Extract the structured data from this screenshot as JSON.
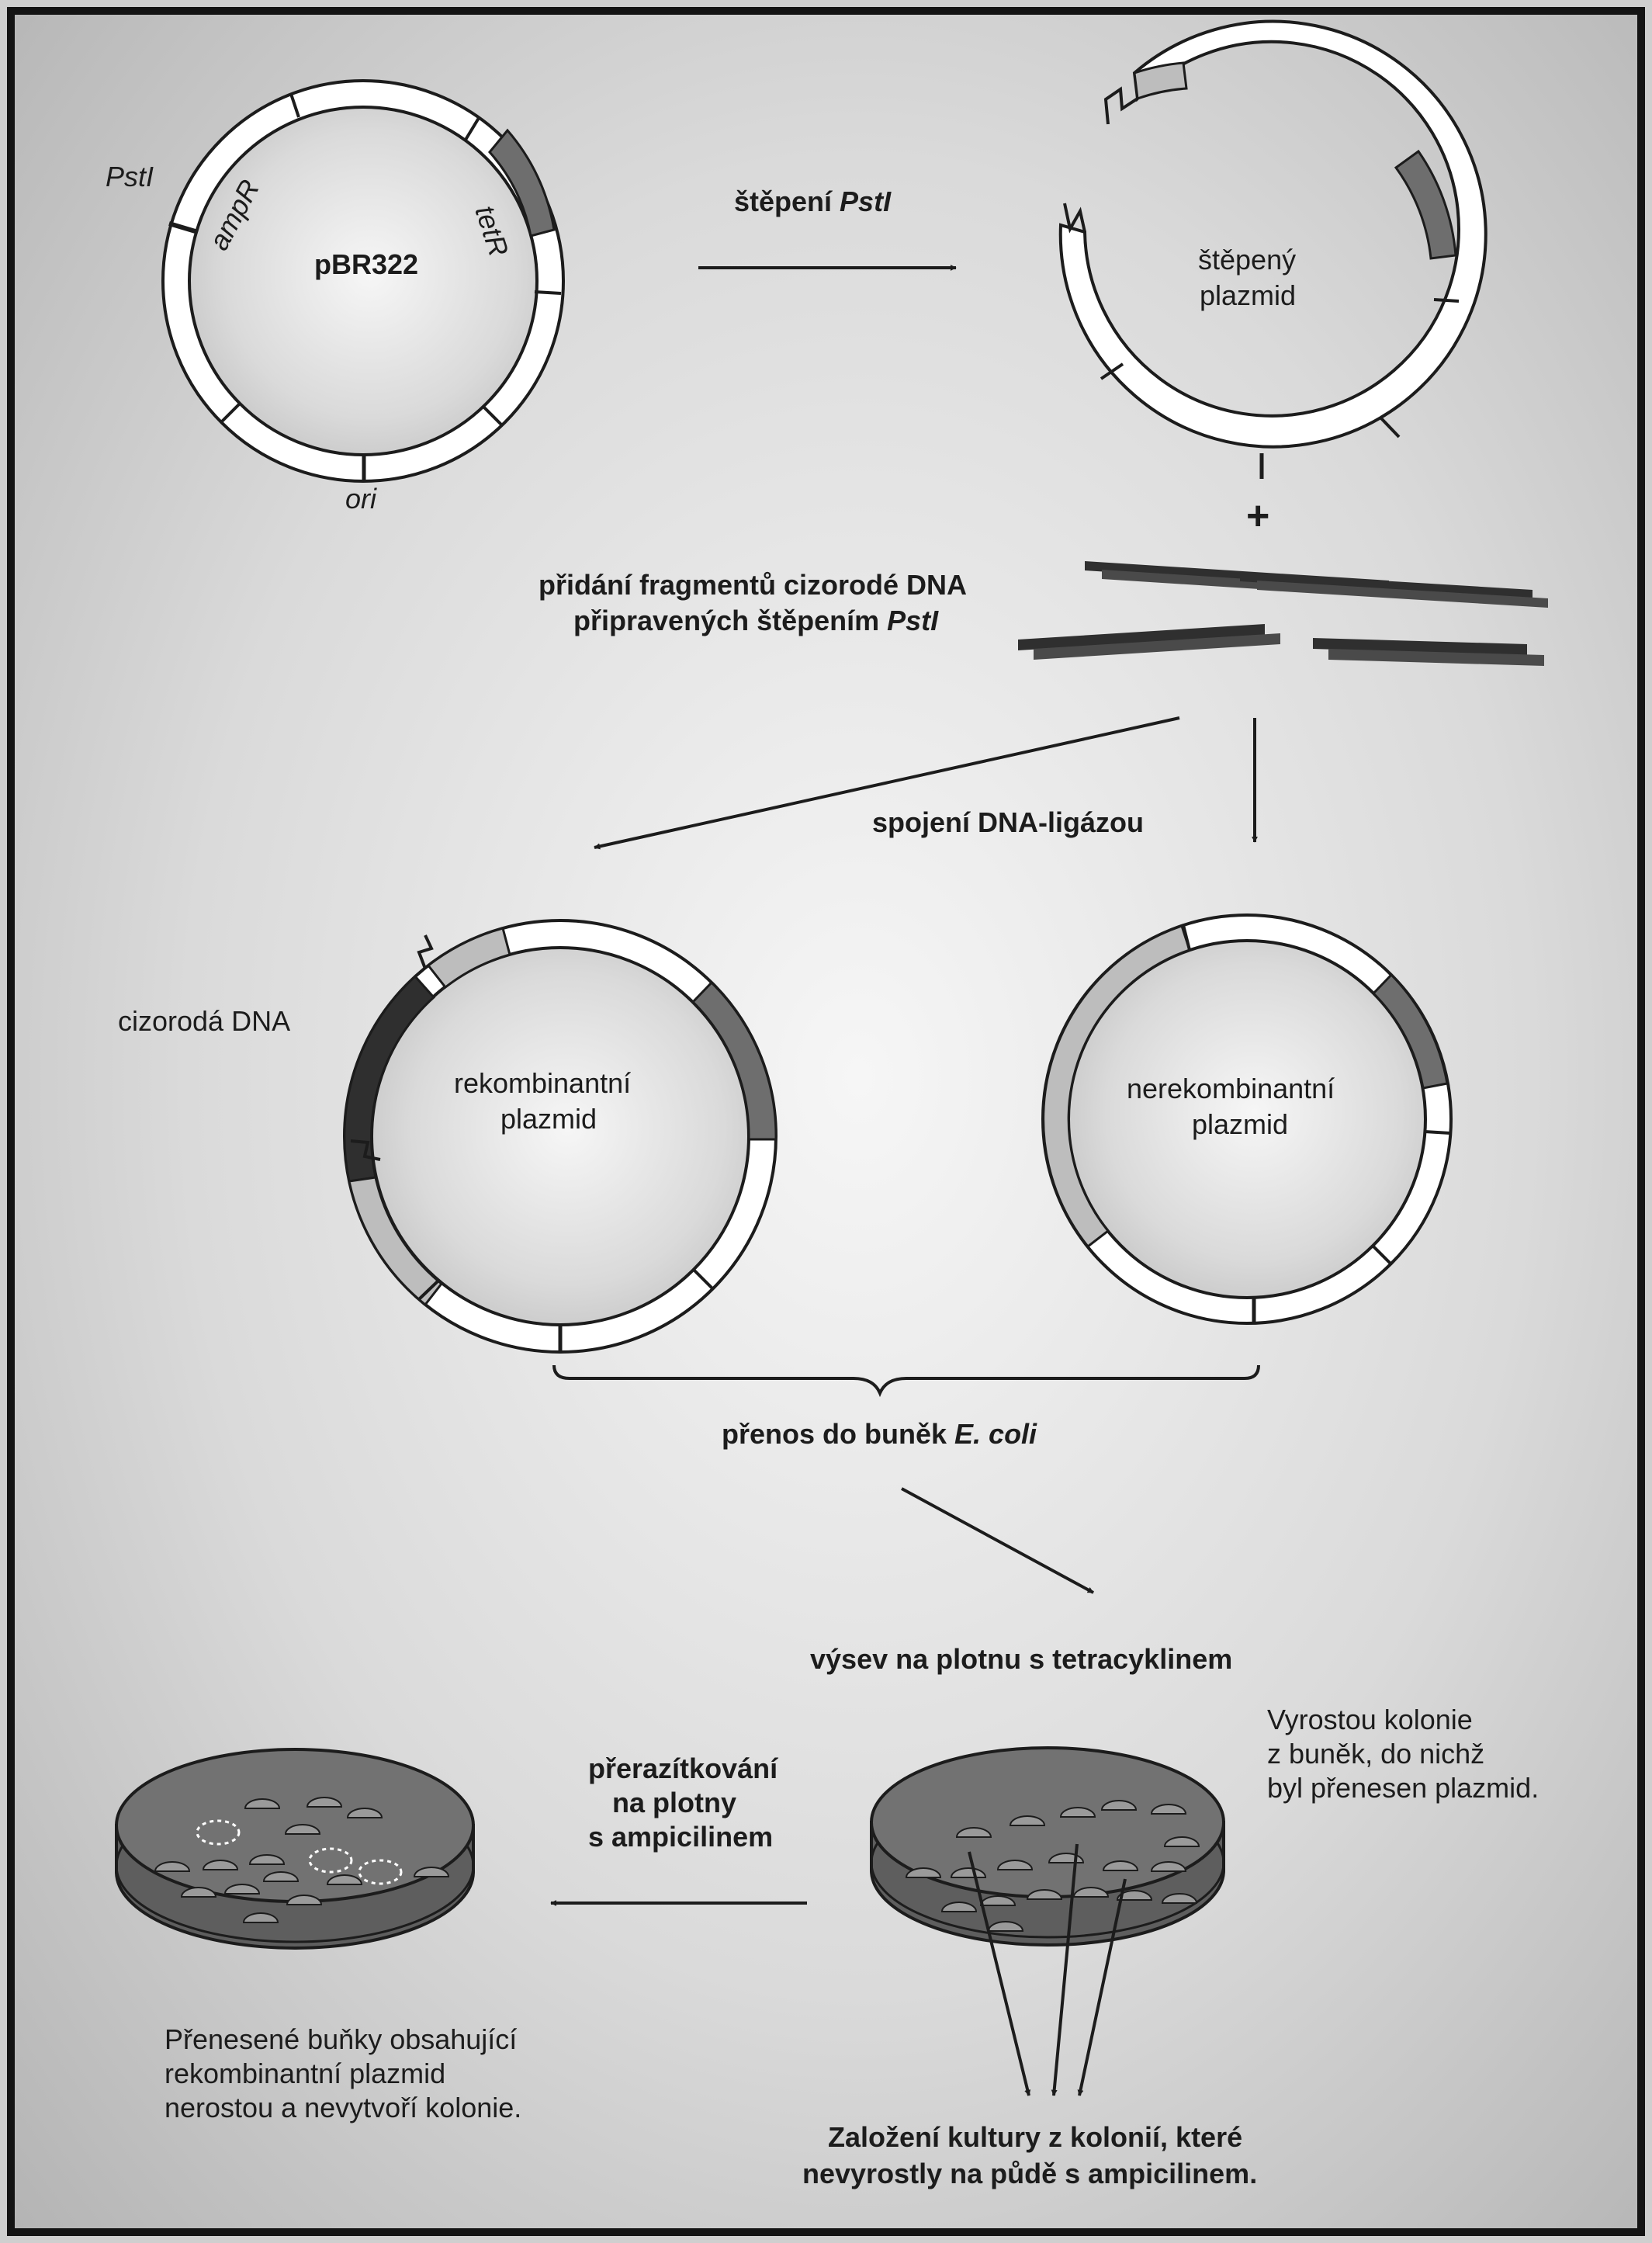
{
  "colors": {
    "background_center": "#f4f4f4",
    "background_edge": "#b4b4b4",
    "frame": "#141414",
    "plasmid_segment_white": "#ffffff",
    "segment_light_gray": "#bdbdbd",
    "segment_dark_gray": "#6e6e6e",
    "foreign_dna": "#2f2f2f",
    "agar_plate": "#727272"
  },
  "plasmid_original": {
    "name": "pBR322",
    "sites": {
      "pstI": "PstI",
      "ampR": "ampR",
      "tetR": "tetR",
      "ori": "ori"
    }
  },
  "steps": {
    "digestion": {
      "prefix": "štěpení ",
      "enzyme": "PstI"
    },
    "cut_plasmid": {
      "line1": "štěpený",
      "line2": "plazmid"
    },
    "plus": "+",
    "add_fragments": {
      "line1": "přidání fragmentů cizorodé DNA",
      "line2_prefix": "připravených štěpením ",
      "line2_enzyme": "PstI"
    },
    "ligation": "spojení DNA-ligázou",
    "foreign_dna_label": "cizorodá DNA",
    "recombinant": {
      "line1": "rekombinantní",
      "line2": "plazmid"
    },
    "nonrecombinant": {
      "line1": "nerekombinantní",
      "line2": "plazmid"
    },
    "transfer": {
      "prefix": "přenos do buněk ",
      "organism": "E. coli"
    },
    "plating": "výsev na plotnu s tetracyklinem",
    "colonies_note": {
      "line1": "Vyrostou kolonie",
      "line2": "z buněk, do nichž",
      "line3": "byl přenesen plazmid."
    },
    "replica": {
      "line1": "přerazítkování",
      "line2": "na plotny",
      "line3": "s ampicilinem"
    },
    "left_note": {
      "line1": "Přenesené buňky obsahující",
      "line2": "rekombinantní plazmid",
      "line3": "nerostou a nevytvoří kolonie."
    },
    "final": {
      "line1": "Založení kultury z kolonií, které",
      "line2": "nevyrostly na půdě s ampicilinem."
    }
  }
}
